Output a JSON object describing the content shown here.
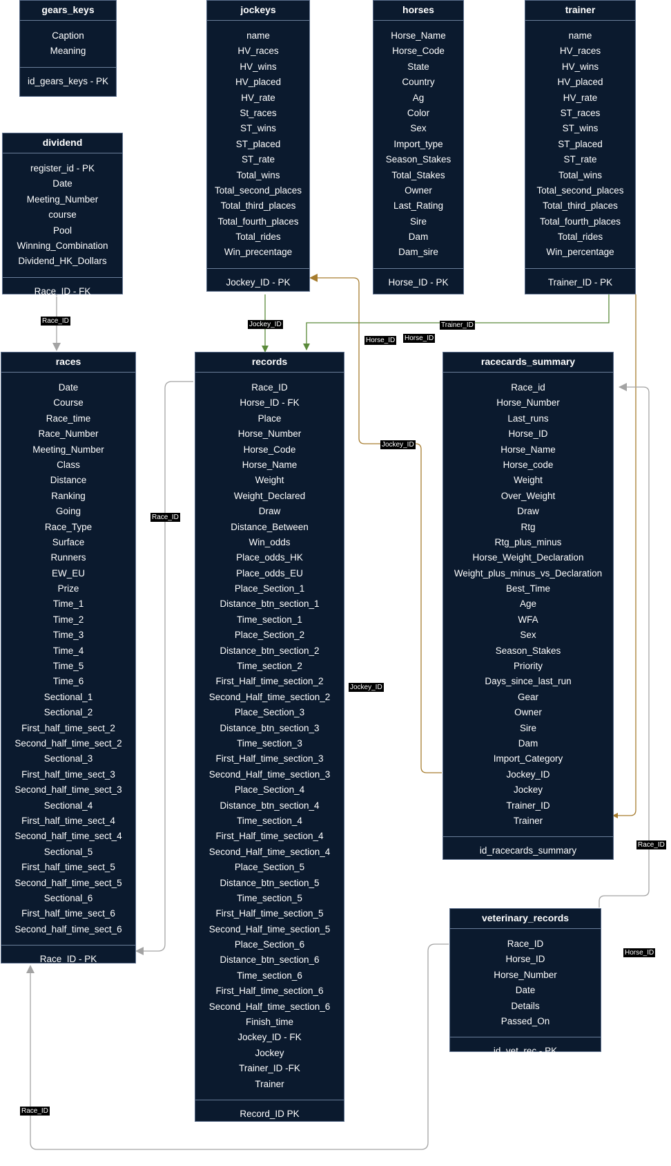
{
  "colors": {
    "entity_bg": "#0b1a2e",
    "entity_border": "#5c6f8d",
    "edge_gray": "#a3a3a3",
    "edge_green": "#5a8a3a",
    "edge_orange": "#a67c2e",
    "label_bg": "#000000"
  },
  "entities": {
    "gears_keys": {
      "title": "gears_keys",
      "fields": [
        "Caption",
        "Meaning"
      ],
      "keys": [
        "id_gears_keys - PK"
      ]
    },
    "jockeys": {
      "title": "jockeys",
      "fields": [
        "name",
        "HV_races",
        "HV_wins",
        "HV_placed",
        "HV_rate",
        "St_races",
        "ST_wins",
        "ST_placed",
        "ST_rate",
        "Total_wins",
        "Total_second_places",
        "Total_third_places",
        "Total_fourth_places",
        "Total_rides",
        "Win_precentage"
      ],
      "keys": [
        "Jockey_ID - PK"
      ]
    },
    "horses": {
      "title": "horses",
      "fields": [
        "Horse_Name",
        "Horse_Code",
        "State",
        "Country",
        "Ag",
        "Color",
        "Sex",
        "Import_type",
        "Season_Stakes",
        "Total_Stakes",
        "Owner",
        "Last_Rating",
        "Sire",
        "Dam",
        "Dam_sire"
      ],
      "keys": [
        "Horse_ID - PK"
      ]
    },
    "trainer": {
      "title": "trainer",
      "fields": [
        "name",
        "HV_races",
        "HV_wins",
        "HV_placed",
        "HV_rate",
        "ST_races",
        "ST_wins",
        "ST_placed",
        "ST_rate",
        "Total_wins",
        "Total_second_places",
        "Total_third_places",
        "Total_fourth_places",
        "Total_rides",
        "Win_percentage"
      ],
      "keys": [
        "Trainer_ID - PK"
      ]
    },
    "dividend": {
      "title": "dividend",
      "fields": [
        "register_id - PK",
        "Date",
        "Meeting_Number",
        "course",
        "Pool",
        "Winning_Combination",
        "Dividend_HK_Dollars"
      ],
      "keys": [
        "Race_ID - FK"
      ]
    },
    "races": {
      "title": "races",
      "fields": [
        "Date",
        "Course",
        "Race_time",
        "Race_Number",
        "Meeting_Number",
        "Class",
        "Distance",
        "Ranking",
        "Going",
        "Race_Type",
        "Surface",
        "Runners",
        "EW_EU",
        "Prize",
        "Time_1",
        "Time_2",
        "Time_3",
        "Time_4",
        "Time_5",
        "Time_6",
        "Sectional_1",
        "Sectional_2",
        "First_half_time_sect_2",
        "Second_half_time_sect_2",
        "Sectional_3",
        "First_half_time_sect_3",
        "Second_half_time_sect_3",
        "Sectional_4",
        "First_half_time_sect_4",
        "Second_half_time_sect_4",
        "Sectional_5",
        "First_half_time_sect_5",
        "Second_half_time_sect_5",
        "Sectional_6",
        "First_half_time_sect_6",
        "Second_half_time_sect_6"
      ],
      "keys": [
        "Race_ID - PK"
      ]
    },
    "records": {
      "title": "records",
      "fields": [
        "Race_ID",
        "Horse_ID  - FK",
        "Place",
        "Horse_Number",
        "Horse_Code",
        "Horse_Name",
        "Weight",
        "Weight_Declared",
        "Draw",
        "Distance_Between",
        "Win_odds",
        "Place_odds_HK",
        "Place_odds_EU",
        "Place_Section_1",
        "Distance_btn_section_1",
        "Time_section_1",
        "Place_Section_2",
        "Distance_btn_section_2",
        "Time_section_2",
        "First_Half_time_section_2",
        "Second_Half_time_section_2",
        "Place_Section_3",
        "Distance_btn_section_3",
        "Time_section_3",
        "First_Half_time_section_3",
        "Second_Half_time_section_3",
        "Place_Section_4",
        "Distance_btn_section_4",
        "Time_section_4",
        "First_Half_time_section_4",
        "Second_Half_time_section_4",
        "Place_Section_5",
        "Distance_btn_section_5",
        "Time_section_5",
        "First_Half_time_section_5",
        "Second_Half_time_section_5",
        "Place_Section_6",
        "Distance_btn_section_6",
        "Time_section_6",
        "First_Half_time_section_6",
        "Second_Half_time_section_6",
        "Finish_time",
        "Jockey_ID - FK",
        "Jockey",
        "Trainer_ID -FK",
        "Trainer"
      ],
      "keys": [
        "Record_ID PK"
      ]
    },
    "racecards_summary": {
      "title": "racecards_summary",
      "fields": [
        "Race_id",
        "Horse_Number",
        "Last_runs",
        "Horse_ID",
        "Horse_Name",
        "Horse_code",
        "Weight",
        "Over_Weight",
        "Draw",
        "Rtg",
        "Rtg_plus_minus",
        "Horse_Weight_Declaration",
        "Weight_plus_minus_vs_Declaration",
        "Best_Time",
        "Age",
        "WFA",
        "Sex",
        "Season_Stakes",
        "Priority",
        "Days_since_last_run",
        "Gear",
        "Owner",
        "Sire",
        "Dam",
        "Import_Category",
        "Jockey_ID",
        "Jockey",
        "Trainer_ID",
        "Trainer"
      ],
      "keys": [
        "id_racecards_summary"
      ]
    },
    "veterinary_records": {
      "title": "veterinary_records",
      "fields": [
        "Race_ID",
        "Horse_ID",
        "Horse_Number",
        "Date",
        "Details",
        "Passed_On"
      ],
      "keys": [
        "id_vet_rec - PK"
      ]
    }
  },
  "edge_labels": {
    "dividend_races": "Race_ID",
    "jockeys_records": "Jockey_ID",
    "trainer_records": "Trainer_ID",
    "horses_records": "Horse_ID",
    "horses_racecards": "Horse_ID",
    "jockeys_racecards": "Jockey_ID",
    "races_records": "Race_ID",
    "records_jockey": "Jockey_ID",
    "vet_racecards": "Race_ID",
    "vet_horse": "Horse_ID",
    "vet_races": "Race_ID"
  }
}
